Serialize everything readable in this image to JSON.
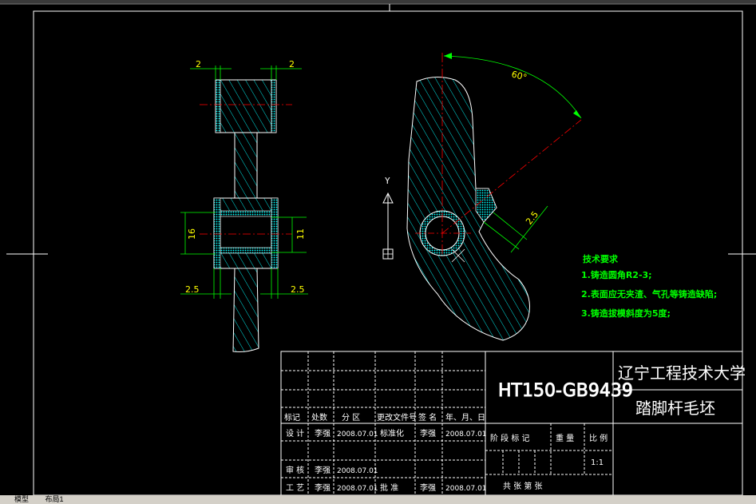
{
  "dimensions": {
    "top_left": "2",
    "top_right": "2",
    "bore_height": "16",
    "bore_inner": "11",
    "wall_left": "2.5",
    "wall_right": "2.5",
    "angle": "60°",
    "lug_thickness": "2.5"
  },
  "axis": {
    "y_label": "Y"
  },
  "technical_requirements": {
    "title": "技术要求",
    "items": [
      "1.铸造圆角R2-3;",
      "2.表面应无夹渣、气孔等铸造缺陷;",
      "3.铸造拔模斜度为5度;"
    ]
  },
  "title_block": {
    "material": "HT150-GB9439",
    "school": "辽宁工程技术大学",
    "part_name": "踏脚杆毛坯",
    "scale": "1:1",
    "header_labels": [
      "标记",
      "处数",
      "分 区",
      "更改文件号",
      "签 名",
      "年、月、日"
    ],
    "rows": [
      {
        "role": "设 计",
        "name": "李强",
        "date": "2008.07.01",
        "role2": "标准化",
        "name2": "李强",
        "date2": "2008.07.01"
      },
      {
        "role": "审 核",
        "name": "李强",
        "date": "2008.07.01"
      },
      {
        "role": "工 艺",
        "name": "李强",
        "date": "2008.07.01",
        "role2": "批 准",
        "name2": "李强",
        "date2": "2008.07.01"
      }
    ],
    "stage_labels": [
      "阶 段 标 记",
      "重 量",
      "比 例"
    ],
    "sheet_label": "共 张 第 张"
  },
  "status": {
    "tab": "模型",
    "layout": "布局1"
  },
  "colors": {
    "background": "#000000",
    "outline": "#ffffff",
    "hatch": "#00ffff",
    "center": "#ff0000",
    "dimension": "#00ff00",
    "dim_text": "#ffff00"
  }
}
